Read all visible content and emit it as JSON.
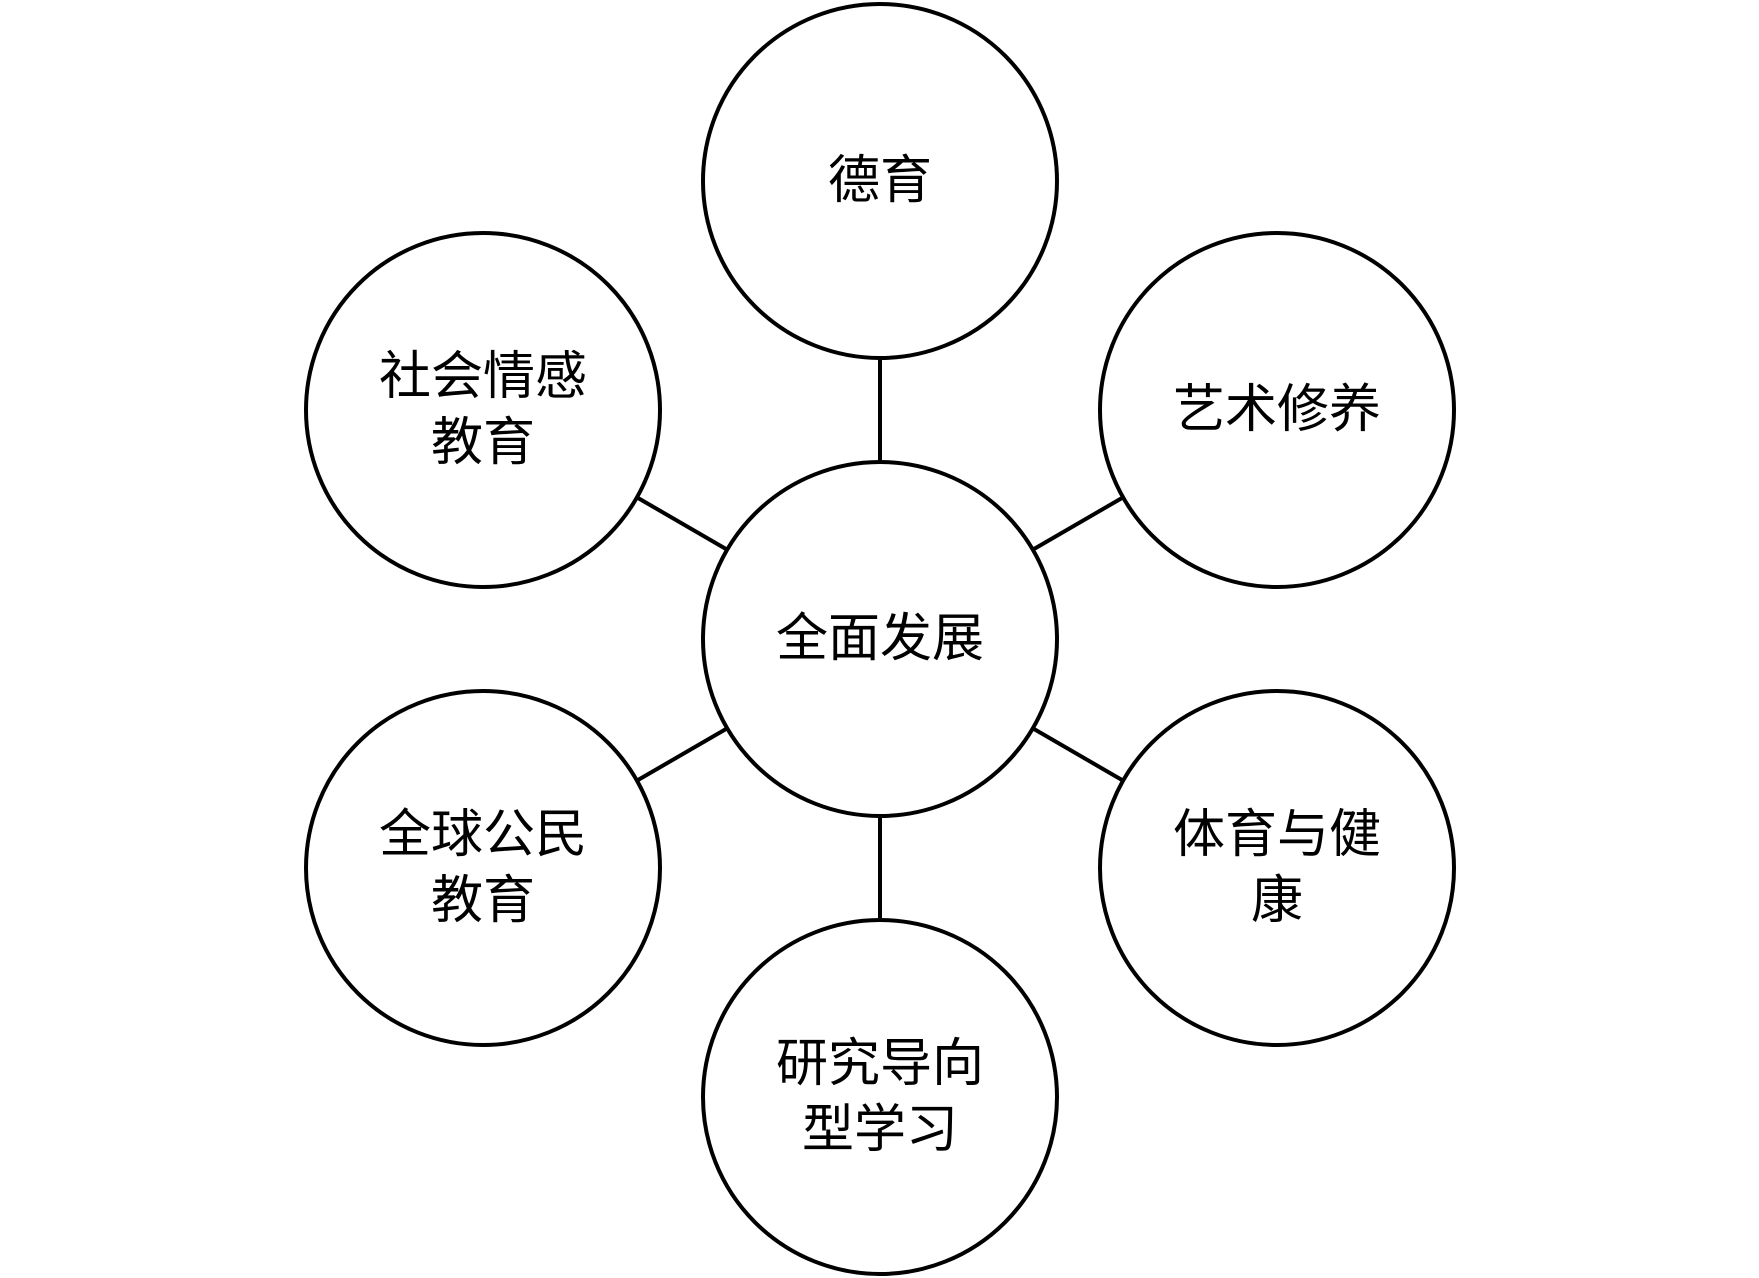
{
  "diagram": {
    "center": {
      "label": "全面发展"
    },
    "nodes": [
      {
        "id": "moral",
        "label": "德育"
      },
      {
        "id": "arts",
        "label": "艺术修养"
      },
      {
        "id": "pe-health",
        "label": "体育与健\n康"
      },
      {
        "id": "research",
        "label": "研究导向\n型学习"
      },
      {
        "id": "global",
        "label": "全球公民\n教育"
      },
      {
        "id": "social-emotional",
        "label": "社会情感\n教育"
      }
    ],
    "colors": {
      "stroke": "#000000",
      "fill": "#ffffff",
      "text": "#000000"
    }
  }
}
